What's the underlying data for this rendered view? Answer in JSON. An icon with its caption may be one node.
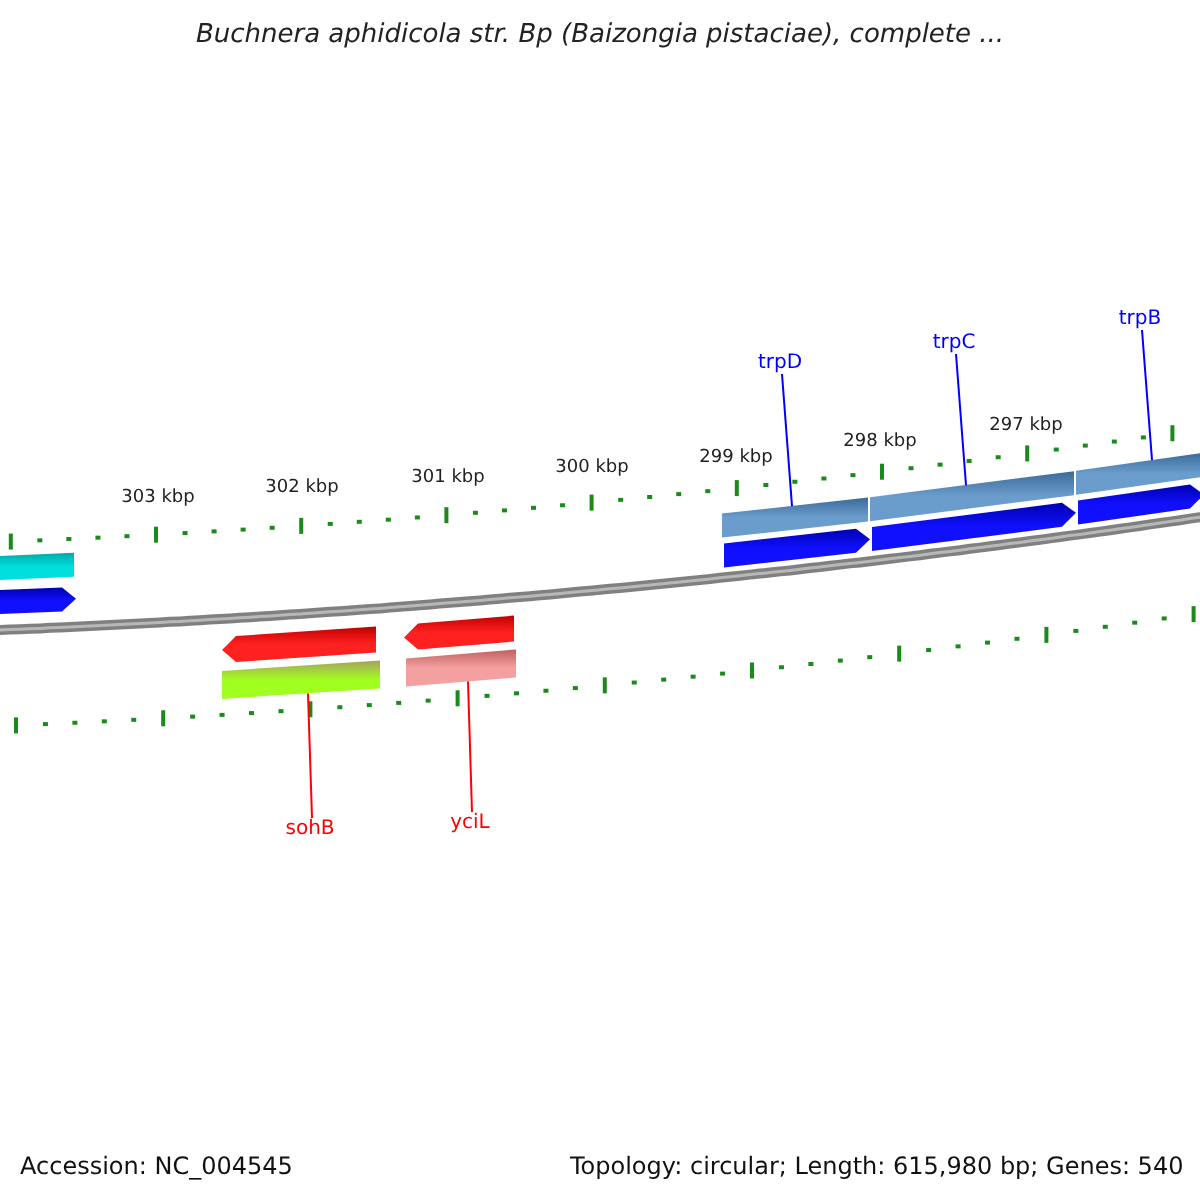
{
  "diagram": {
    "title": "Buchnera aphidicola str. Bp (Baizongia pistaciae), complete ...",
    "nodes": [
      {
        "text": [
          "trpD"
        ]
      },
      {
        "text": [
          "trpC"
        ]
      },
      {
        "text": [
          "trpB"
        ]
      },
      {
        "text": [
          "sohB"
        ]
      },
      {
        "text": [
          "yciL"
        ]
      },
      {
        "text": [],
        "shape": "bar"
      },
      {
        "text": [],
        "shape": "pentagon"
      },
      {
        "text": [],
        "shape": "bar"
      },
      {
        "text": [],
        "shape": "bar"
      },
      {
        "text": [],
        "shape": "bar"
      },
      {
        "text": [],
        "shape": "pentagon"
      },
      {
        "text": [],
        "shape": "pentagon"
      },
      {
        "text": [],
        "shape": "pentagon"
      },
      {
        "text": [],
        "shape": "pentagon"
      },
      {
        "text": [],
        "shape": "pentagon"
      },
      {
        "text": [],
        "shape": "bar"
      },
      {
        "text": [],
        "shape": "bar"
      }
    ],
    "edges": [
      {
        "from": 0,
        "to": 7,
        "arrow": "none"
      },
      {
        "from": 1,
        "to": 8,
        "arrow": "none"
      },
      {
        "from": 2,
        "to": 9,
        "arrow": "none"
      },
      {
        "from": 3,
        "to": 15,
        "arrow": "none",
        "color": "#ff0000"
      },
      {
        "from": 4,
        "to": 16,
        "arrow": "none",
        "color": "#ff0000"
      }
    ],
    "labels": [
      "303 kbp",
      "302 kbp",
      "301 kbp",
      "300 kbp",
      "299 kbp",
      "298 kbp",
      "297 kbp",
      "Accession: NC_004545",
      "Topology: circular; Length: 615,980 bp; Genes: 540"
    ]
  }
}
